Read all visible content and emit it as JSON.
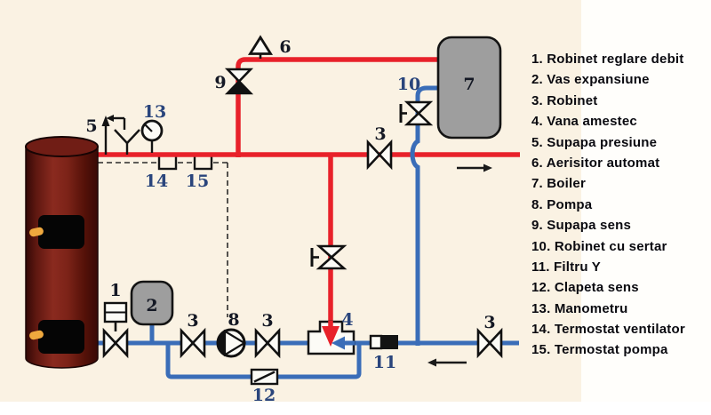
{
  "colors": {
    "background_cream": "#faf2e3",
    "panel_white": "#ffffff",
    "pipe_hot_red": "#e8212a",
    "pipe_cold_blue": "#3a6db8",
    "tank_gray": "#9e9e9e",
    "boiler_maroon": "#7a221b",
    "door_black": "#050505",
    "handle_orange": "#efa83e",
    "label_dark": "#141824",
    "label_blue": "#2a457c",
    "legend_text": "#0a0a10"
  },
  "diagram": {
    "labels": {
      "valve1": "1",
      "vessel2": "2",
      "valve3_return_a": "3",
      "valve3_return_b": "3",
      "valve3_return_c": "3",
      "valve3_supply": "3",
      "mix4": "4",
      "relief5": "5",
      "vent6": "6",
      "tank7": "7",
      "pump8": "8",
      "check9": "9",
      "gate10": "10",
      "filter11": "11",
      "check12": "12",
      "gauge13": "13",
      "thermo14": "14",
      "thermo15": "15"
    }
  },
  "legend": {
    "items": [
      "1. Robinet reglare debit",
      "2. Vas expansiune",
      "3. Robinet",
      "4. Vana amestec",
      "5. Supapa presiune",
      "6. Aerisitor automat",
      "7. Boiler",
      "8. Pompa",
      "9. Supapa sens",
      "10. Robinet cu sertar",
      "11. Filtru Y",
      "12. Clapeta sens",
      "13. Manometru",
      "14. Termostat ventilator",
      "15. Termostat pompa"
    ]
  }
}
